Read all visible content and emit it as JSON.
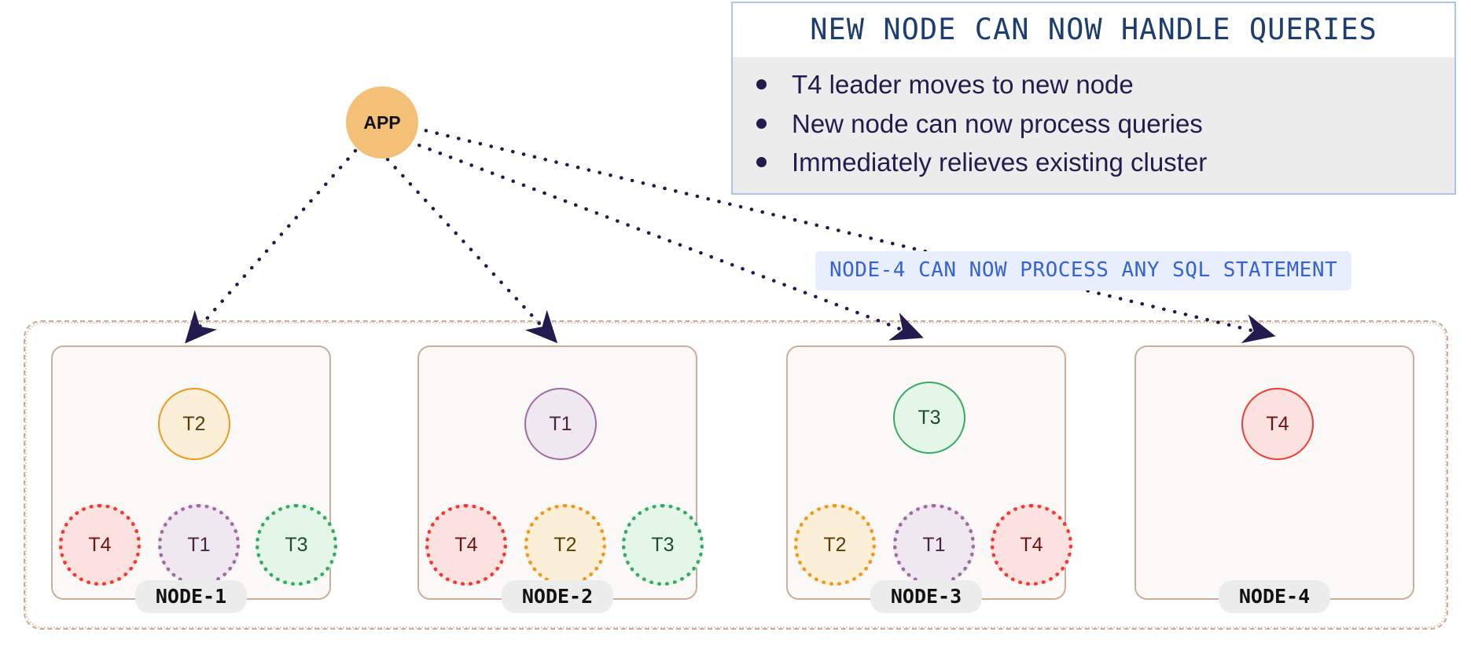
{
  "callout": {
    "title": "NEW NODE CAN NOW HANDLE QUERIES",
    "bullets": [
      "T4 leader moves to new node",
      "New node can now process queries",
      "Immediately relieves existing cluster"
    ]
  },
  "note_banner": {
    "text": "NODE-4 CAN NOW PROCESS ANY SQL STATEMENT"
  },
  "app": {
    "label": "APP"
  },
  "nodes": [
    {
      "label": "NODE-1",
      "leader": {
        "label": "T2",
        "role": "leader"
      },
      "followers": [
        {
          "label": "T4"
        },
        {
          "label": "T1"
        },
        {
          "label": "T3"
        }
      ]
    },
    {
      "label": "NODE-2",
      "leader": {
        "label": "T1",
        "role": "leader"
      },
      "followers": [
        {
          "label": "T4"
        },
        {
          "label": "T2"
        },
        {
          "label": "T3"
        }
      ]
    },
    {
      "label": "NODE-3",
      "leader": {
        "label": "T3",
        "role": "leader"
      },
      "followers": [
        {
          "label": "T2"
        },
        {
          "label": "T1"
        },
        {
          "label": "T4"
        }
      ]
    },
    {
      "label": "NODE-4",
      "leader": {
        "label": "T4",
        "role": "leader"
      },
      "followers": []
    }
  ],
  "colors": {
    "t1_border": "#a06ba0",
    "t1_fill": "#f0e8f0",
    "t1_text": "#4a2340",
    "t2_border": "#eb9a1e",
    "t2_fill": "#fcefd8",
    "t2_text": "#5a3d06",
    "t3_border": "#38a863",
    "t3_fill": "#e4f6e8",
    "t3_text": "#1d4d2b",
    "t4_border": "#ee3b32",
    "t4_fill": "#fbe2e1",
    "t4_text": "#6b1512",
    "app_fill": "#f2c077",
    "arrow": "#231b4d",
    "cluster_border": "#cdaa94",
    "node_border": "#c9ae9c",
    "node_fill": "#fbf9f7",
    "callout_border": "#adc6e8",
    "callout_body_bg": "#ececec",
    "callout_title_text": "#1d3f70",
    "callout_text": "#231b4d",
    "banner_bg": "#e8eefc",
    "banner_text": "#3562d6",
    "badge_bg": "#ececec"
  },
  "connections": [
    {
      "from": "APP",
      "to": "NODE-1"
    },
    {
      "from": "APP",
      "to": "NODE-2"
    },
    {
      "from": "APP",
      "to": "NODE-3"
    },
    {
      "from": "APP",
      "to": "NODE-4"
    }
  ]
}
